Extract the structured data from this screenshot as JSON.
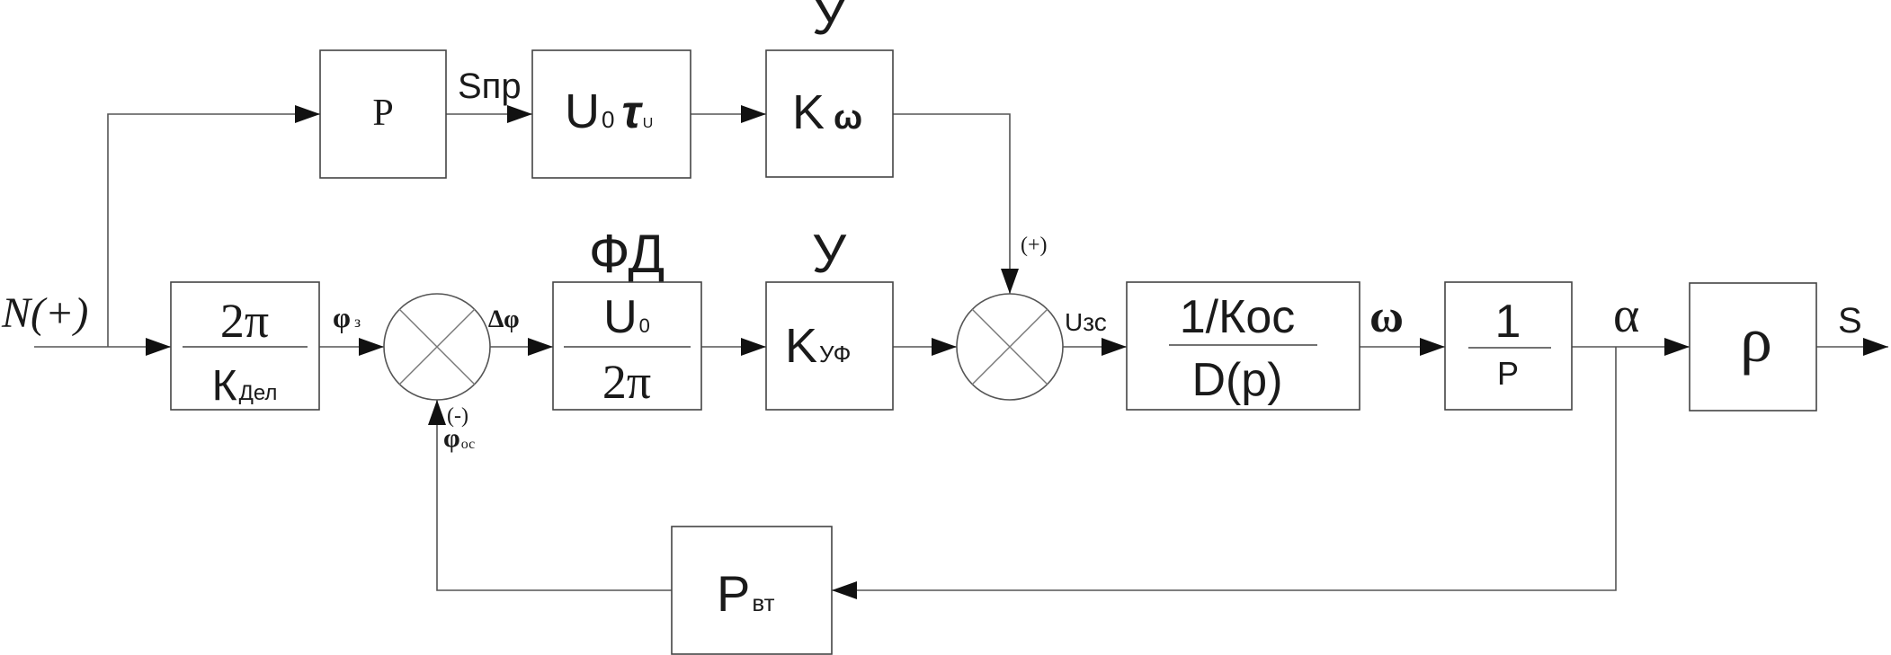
{
  "input_label": "N(+)",
  "output_label": "S",
  "blocks": {
    "p_block": {
      "label": "P"
    },
    "u0_tau": {
      "main": "U",
      "main_sub": "0",
      "tau": "τ",
      "tau_sub": "U"
    },
    "k_omega_top": {
      "header": "У",
      "main": "K",
      "sub": "ω"
    },
    "divider": {
      "numerator": "2π",
      "den_main": "К",
      "den_sub": "Дел"
    },
    "phase_detector": {
      "header": "ФД",
      "num_main": "U",
      "num_sub": "0",
      "denominator": "2π"
    },
    "k_uf": {
      "header": "У",
      "main": "K",
      "sub": "УФ"
    },
    "motor": {
      "numerator": "1/Кос",
      "denominator": "D(p)"
    },
    "integrator": {
      "numerator": "1",
      "denominator": "P"
    },
    "rho_block": {
      "label": "ρ"
    },
    "p_vt": {
      "main": "P",
      "sub": "вт"
    }
  },
  "signals": {
    "s_pr": "Sпр",
    "phi_z_main": "φ",
    "phi_z_sub": "з",
    "delta_phi": "∆φ",
    "plus_sign": "(+)",
    "u_zs": "Uзс",
    "omega": "ω",
    "alpha": "α",
    "minus_sign": "(-)",
    "phi_os_main": "φ",
    "phi_os_sub": "ос"
  }
}
